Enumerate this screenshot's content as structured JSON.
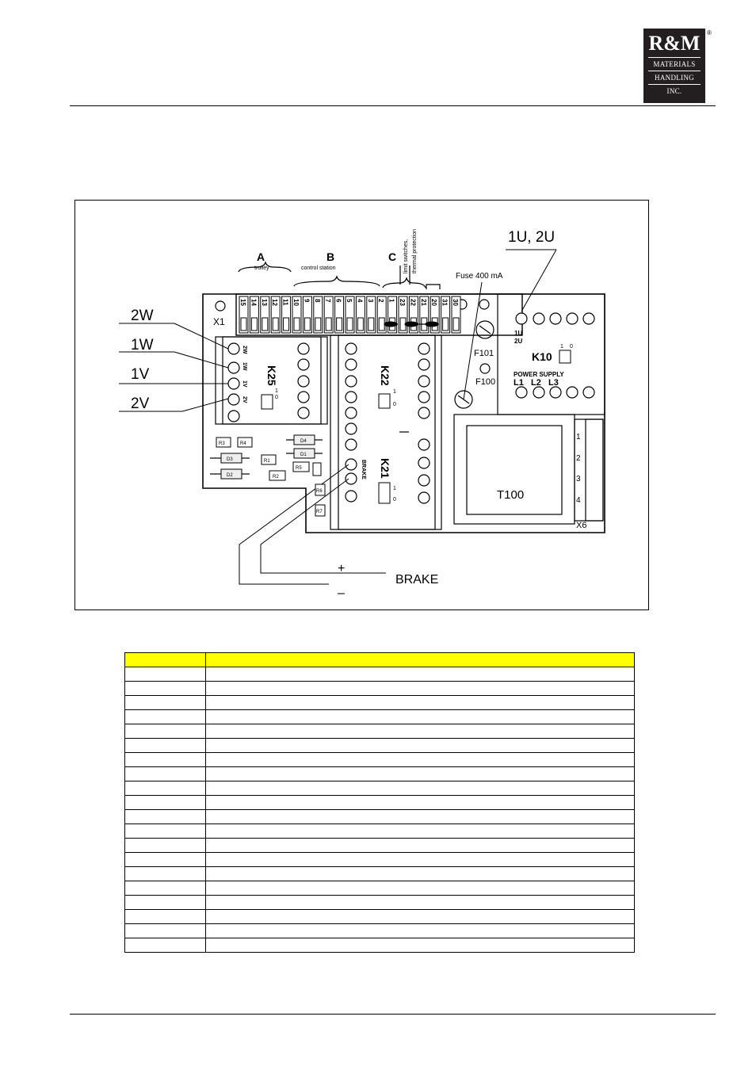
{
  "logo": {
    "brand": "R&M",
    "line1": "MATERIALS",
    "line2": "HANDLING",
    "line3": "INC.",
    "reg": "®"
  },
  "diagram": {
    "callouts": {
      "w2": "2W",
      "w1": "1W",
      "v1": "1V",
      "v2": "2V",
      "u": "1U, 2U",
      "brake": "BRAKE",
      "plus": "+",
      "minus": "–"
    },
    "groups": {
      "a": "A",
      "a_sub": "trolley",
      "b": "B",
      "b_sub": "control station",
      "c": "C",
      "c_sub1": "limit switches,",
      "c_sub2": "thermal protection"
    },
    "fuse": "Fuse 400 mA",
    "x1": "X1",
    "x6": "X6",
    "k25": "K25",
    "k22": "K22",
    "k21": "K21",
    "k10": "K10",
    "f101": "F101",
    "f100": "F100",
    "t100": "T100",
    "power_supply": "POWER SUPPLY",
    "l1": "L1",
    "l2": "L2",
    "l3": "L3",
    "u1": "1U",
    "u2": "2U",
    "pin_w2": "2W",
    "pin_w1": "1W",
    "pin_v1": "1V",
    "pin_v2": "2V",
    "brake_pin_label": "BRAKE",
    "sw1": "1",
    "sw0": "0",
    "x6_pins": [
      "1",
      "2",
      "3",
      "4"
    ],
    "terminals": [
      "15",
      "14",
      "13",
      "12",
      "11",
      "10",
      "9",
      "8",
      "7",
      "6",
      "5",
      "4",
      "3",
      "2",
      "1",
      "23",
      "22",
      "21",
      "20",
      "31",
      "30"
    ],
    "components": {
      "r1": "R1",
      "r2": "R2",
      "r3": "R3",
      "r4": "R4",
      "r5": "R5",
      "r6": "R6",
      "r7": "R7",
      "d1": "D1",
      "d2": "D2",
      "d3": "D3",
      "d4": "D4"
    }
  },
  "table": {
    "rows": 20
  }
}
